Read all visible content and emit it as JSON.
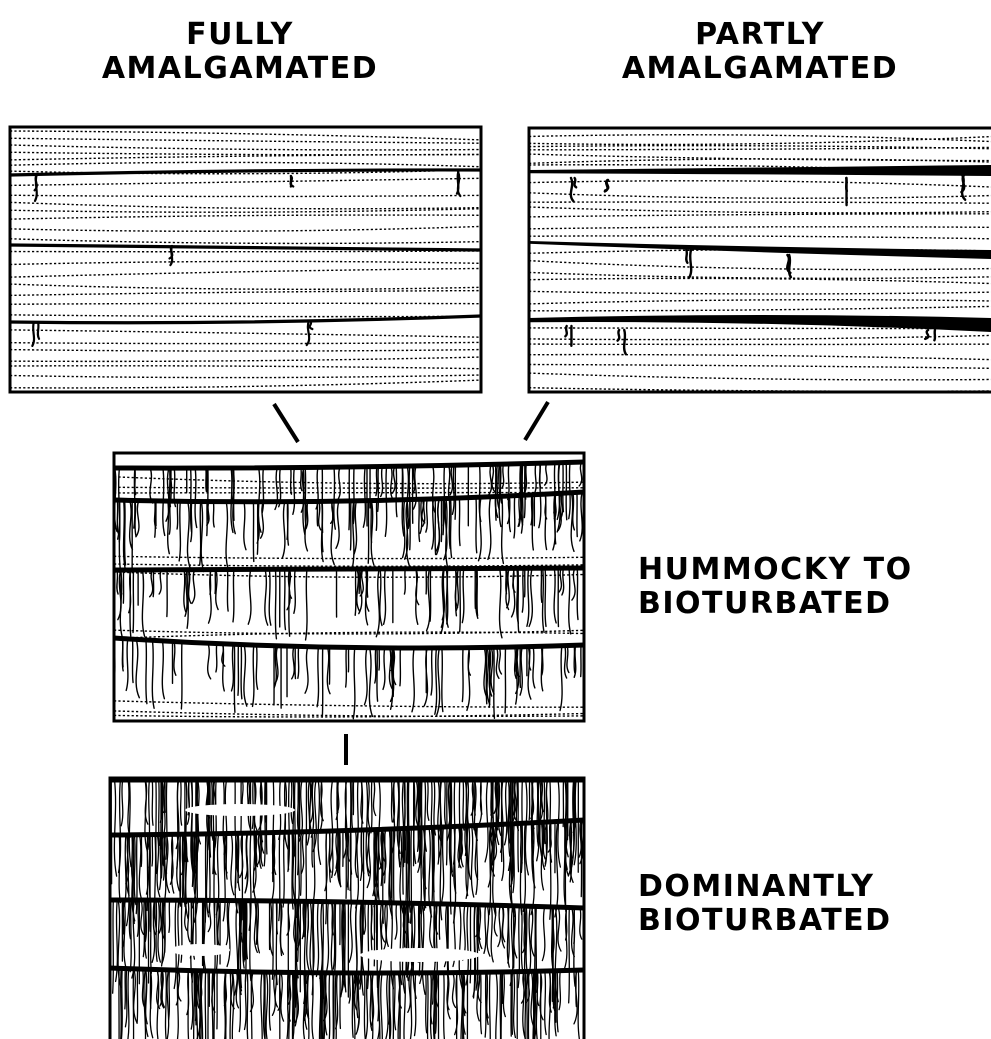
{
  "labels": {
    "fully": [
      "FULLY",
      "AMALGAMATED"
    ],
    "partly": [
      "PARTLY",
      "AMALGAMATED"
    ],
    "hummocky": [
      "HUMMOCKY TO",
      "BIOTURBATED"
    ],
    "dominantly": [
      "DOMINANTLY",
      "BIOTURBATED"
    ]
  },
  "colors": {
    "ink": "#000000",
    "paper": "#ffffff"
  }
}
